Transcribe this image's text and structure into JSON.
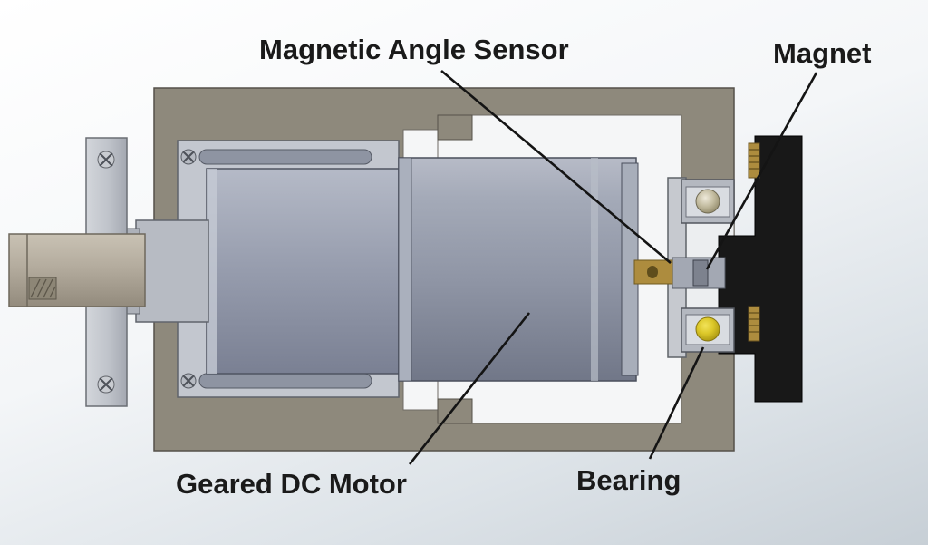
{
  "diagram": {
    "labels": {
      "sensor": "Magnetic Angle Sensor",
      "magnet": "Magnet",
      "motor": "Geared DC Motor",
      "bearing": "Bearing"
    },
    "colors": {
      "housing": "#8e897c",
      "cavity": "#f5f6f7",
      "gearbox_shell": "#c3c7cf",
      "gear_slot": "#8e94a2",
      "plate": "#c2c6cc",
      "shaft": "#b4ac9e",
      "motor_body": "#9096a6",
      "black_component": "#181818",
      "brass": "#ad8c3e",
      "magnet_gray": "#7d828e",
      "bearing_ball_yellow": "#d8c426",
      "leader_line": "#141414",
      "label_text": "#1a1a1a"
    }
  }
}
